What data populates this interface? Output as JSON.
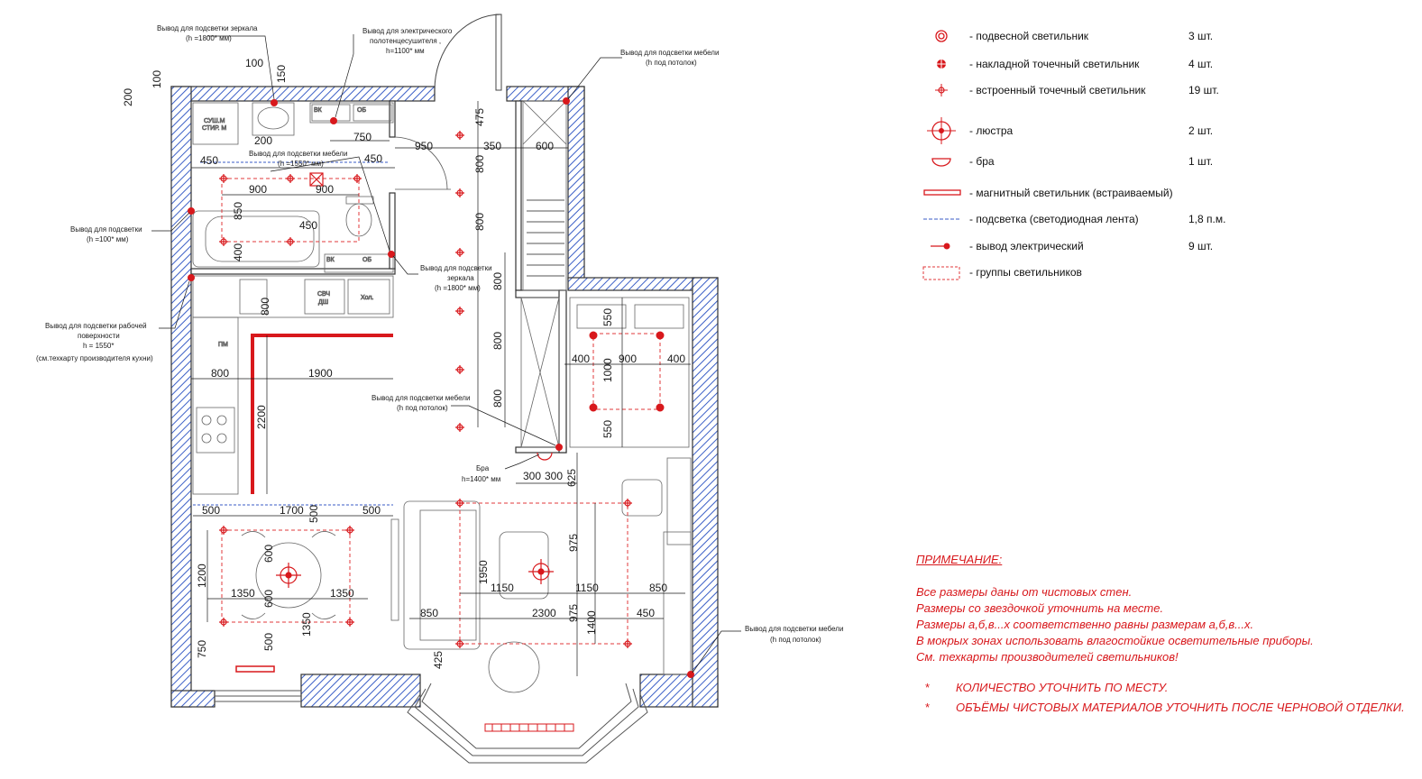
{
  "legend": [
    {
      "icon": "pendant-light-icon",
      "label": "- подвесной светильник",
      "qty": "3 шт."
    },
    {
      "icon": "surface-spot-icon",
      "label": "- накладной точечный светильник",
      "qty": "4 шт."
    },
    {
      "icon": "recessed-spot-icon",
      "label": "- встроенный точечный светильник",
      "qty": "19 шт."
    },
    {
      "icon": "chandelier-icon",
      "label": "- люстра",
      "qty": "2 шт."
    },
    {
      "icon": "sconce-icon",
      "label": "- бра",
      "qty": "1 шт."
    },
    {
      "icon": "magnetic-light-icon",
      "label": "- магнитный светильник (встраиваемый)",
      "qty": ""
    },
    {
      "icon": "led-strip-icon",
      "label": "- подсветка (светодиодная лента)",
      "qty": "1,8 п.м."
    },
    {
      "icon": "electric-outlet-icon",
      "label": "- вывод электрический",
      "qty": "9 шт."
    },
    {
      "icon": "light-group-icon",
      "label": "- группы светильников",
      "qty": ""
    }
  ],
  "notes": {
    "heading": "ПРИМЕЧАНИЕ:",
    "lines": [
      "Все размеры даны от чистовых стен.",
      "Размеры со звездочкой уточнить на месте.",
      "Размеры а,б,в...х соответственно равны размерам а,б,в...х.",
      "В мокрых зонах использовать влагостойкие осветительные приборы.",
      "См. техкарты производителей светильников!"
    ],
    "starred": [
      {
        "mark": "*",
        "text": "КОЛИЧЕСТВО УТОЧНИТЬ ПО МЕСТУ."
      },
      {
        "mark": "*",
        "text": "ОБЪЁМЫ ЧИСТОВЫХ МАТЕРИАЛОВ УТОЧНИТЬ ПОСЛЕ ЧЕРНОВОЙ ОТДЕЛКИ."
      }
    ]
  },
  "callouts": {
    "mirror_top_1": "Вывод для подсветки зеркала",
    "mirror_top_2": "(h =1800* мм)",
    "towel_1": "Вывод для электрического",
    "towel_2": "полотенцесушителя ,",
    "towel_3": "h=1100* мм",
    "furn_top_1": "Вывод для подсветки мебели",
    "furn_top_2": "(h под потолок)",
    "furn_mid_1": "Вывод для подсветки мебели",
    "furn_mid_2": "(h =1550* мм)",
    "backlight_1": "Вывод для подсветки",
    "backlight_2": "(h =100* мм)",
    "mirror_mid_1": "Вывод для подсветки",
    "mirror_mid_2": "зеркала",
    "mirror_mid_3": "(h =1800* мм)",
    "work_1": "Вывод для подсветки рабочей",
    "work_2": "поверхности",
    "work_3": "h = 1550*",
    "work_4": "(см.техкарту производителя кухни)",
    "furn_low_1": "Вывод для подсветки мебели",
    "furn_low_2": "(h под потолок)",
    "bra_1": "Бра",
    "bra_2": "h=1400* мм",
    "furn_right_1": "Вывод для подсветки мебели",
    "furn_right_2": "(h под потолок)"
  },
  "fixtures": {
    "washer_1": "СУШ.М",
    "washer_2": "СТИР. М",
    "micro_1": "СВЧ",
    "micro_2": "ДШ",
    "fridge": "Хол.",
    "pm": "ПМ",
    "vk1": "ВК",
    "ob1": "ОБ",
    "vk2": "ВК",
    "ob2": "ОБ"
  },
  "dims": {
    "d100a": "100",
    "d150": "150",
    "d200a": "200",
    "d100b": "100",
    "d200b": "200",
    "d750": "750",
    "d950": "950",
    "d350": "350",
    "d600": "600",
    "d475": "475",
    "d450a": "450",
    "d450b": "450",
    "d900a": "900",
    "d900b": "900",
    "d850a": "850",
    "d450c": "450",
    "d400a": "400",
    "d800a": "800",
    "d800b": "800",
    "d800c": "800",
    "d800d": "800",
    "d800e": "800",
    "d800f": "800",
    "d800g": "800",
    "d1900": "1900",
    "d2200": "2200",
    "d550a": "550",
    "d400b": "400",
    "d900c": "900",
    "d400c": "400",
    "d1000": "1000",
    "d550b": "550",
    "d300a": "300",
    "d300b": "300",
    "d625": "625",
    "d500a": "500",
    "d1700": "1700",
    "d500b": "500",
    "d500c": "500",
    "d600a": "600",
    "d1200": "1200",
    "d1350a": "1350",
    "d600b": "600",
    "d1350b": "1350",
    "d1350c": "1350",
    "d500d": "500",
    "d750b": "750",
    "d975a": "975",
    "d1950": "1950",
    "d1150a": "1150",
    "d1150b": "1150",
    "d850b": "850",
    "d850c": "850",
    "d2300": "2300",
    "d975b": "975",
    "d1400": "1400",
    "d450d": "450",
    "d425": "425"
  }
}
